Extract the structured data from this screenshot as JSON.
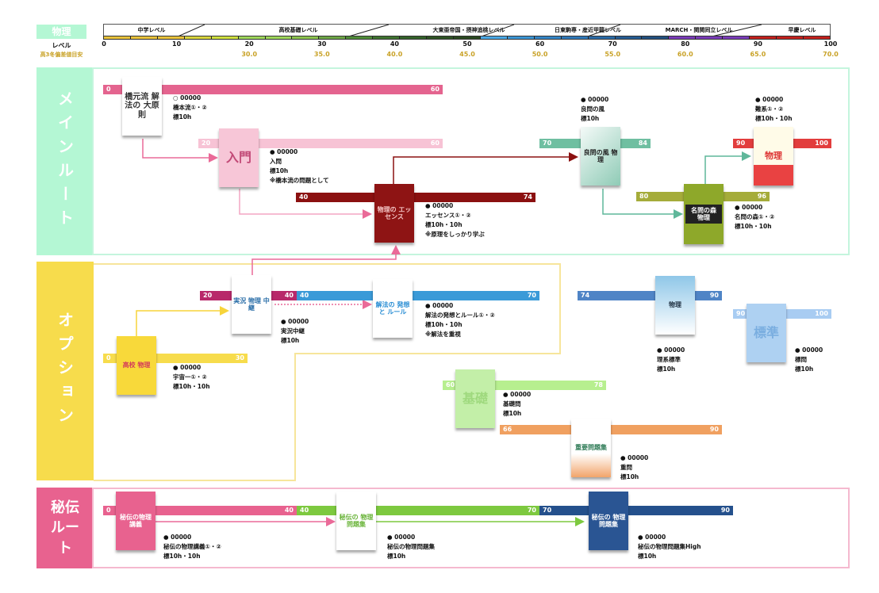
{
  "header": {
    "subject": "物理",
    "level_label": "レベル",
    "deviation_label": "高3冬偏差値目安",
    "level_bands": [
      "中学レベル",
      "高校基礎レベル",
      "大東亜帝国・摂神追桃レベル",
      "日東駒専・産近甲龍レベル",
      "MARCH・関関同立レベル",
      "早慶レベル"
    ],
    "ticks": [
      "0",
      "10",
      "20",
      "30",
      "40",
      "50",
      "60",
      "70",
      "80",
      "90",
      "100"
    ],
    "deviations": [
      "30.0",
      "35.0",
      "40.0",
      "45.0",
      "50.0",
      "55.0",
      "60.0",
      "65.0",
      "70.0"
    ]
  },
  "sections": {
    "main": "メインルート",
    "option": "オプション",
    "secret": "秘伝ルート"
  },
  "colors": {
    "main": "#b4f7d4",
    "option": "#f7dc4c",
    "secret": "#e8628f"
  },
  "books": {
    "hashimoto": {
      "cover": "橋元流 解法の 大原則",
      "start": "0",
      "end": "60",
      "mark": "○ 00000",
      "name": "橋本流①・②",
      "time": "標10h",
      "note": ""
    },
    "nyumon": {
      "cover": "入門",
      "start": "20",
      "end": "60",
      "mark": "● 00000",
      "name": "入問",
      "time": "標10h",
      "note": "※橋本流の問題として"
    },
    "essence": {
      "cover": "物理の エッセンス",
      "start": "40",
      "end": "74",
      "mark": "● 00000",
      "name": "エッセンス①・②",
      "time": "標10h・10h",
      "note": "※原理をしっかり学ぶ"
    },
    "ryomon": {
      "cover": "良問の風 物理",
      "start": "70",
      "end": "84",
      "mark": "● 00000",
      "name": "良問の風",
      "time": "標10h",
      "note": ""
    },
    "meimon": {
      "cover": "名問の森 物理",
      "start": "80",
      "end": "96",
      "mark": "● 00000",
      "name": "名問の森①・②",
      "time": "標10h・10h",
      "note": ""
    },
    "nankei": {
      "cover": "物理",
      "start": "90",
      "end": "100",
      "mark": "● 00000",
      "name": "難系①・②",
      "time": "標10h・10h",
      "note": ""
    },
    "uchu": {
      "cover": "高校 物理",
      "start": "0",
      "end": "30",
      "mark": "● 00000",
      "name": "宇宙一①・②",
      "time": "標10h・10h",
      "note": ""
    },
    "jikkyo": {
      "cover": "実況 物理 中継",
      "start": "20",
      "end": "40",
      "mark": "● 00000",
      "name": "実況中継",
      "time": "標10h",
      "note": ""
    },
    "hasso": {
      "cover": "解法の 発想と ルール",
      "start": "40",
      "end": "70",
      "mark": "● 00000",
      "name": "解法の発想とルール①・②",
      "time": "標10h・10h",
      "note": "※解法を重視"
    },
    "rikei": {
      "cover": "物理",
      "start": "74",
      "end": "90",
      "mark": "● 00000",
      "name": "理系標準",
      "time": "標10h",
      "note": ""
    },
    "hyomon": {
      "cover": "標準",
      "start": "90",
      "end": "100",
      "mark": "● 00000",
      "name": "標問",
      "time": "標10h",
      "note": ""
    },
    "kiso": {
      "cover": "基礎",
      "start": "60",
      "end": "78",
      "mark": "● 00000",
      "name": "基礎問",
      "time": "標10h",
      "note": ""
    },
    "jumon": {
      "cover": "重要問題集",
      "start": "66",
      "end": "90",
      "mark": "● 00000",
      "name": "重問",
      "time": "標10h",
      "note": ""
    },
    "hiden1": {
      "cover": "秘伝の物理 講義",
      "start": "0",
      "end": "40",
      "mark": "● 00000",
      "name": "秘伝の物理講義①・②",
      "time": "標10h・10h",
      "note": ""
    },
    "hiden2": {
      "cover": "秘伝の 物理 問題集",
      "start": "40",
      "end": "70",
      "mark": "● 00000",
      "name": "秘伝の物理問題集",
      "time": "標10h",
      "note": ""
    },
    "hiden3": {
      "cover": "秘伝の 物理 問題集",
      "start": "70",
      "end": "90",
      "mark": "● 00000",
      "name": "秘伝の物理問題集High",
      "time": "標10h",
      "note": ""
    }
  }
}
